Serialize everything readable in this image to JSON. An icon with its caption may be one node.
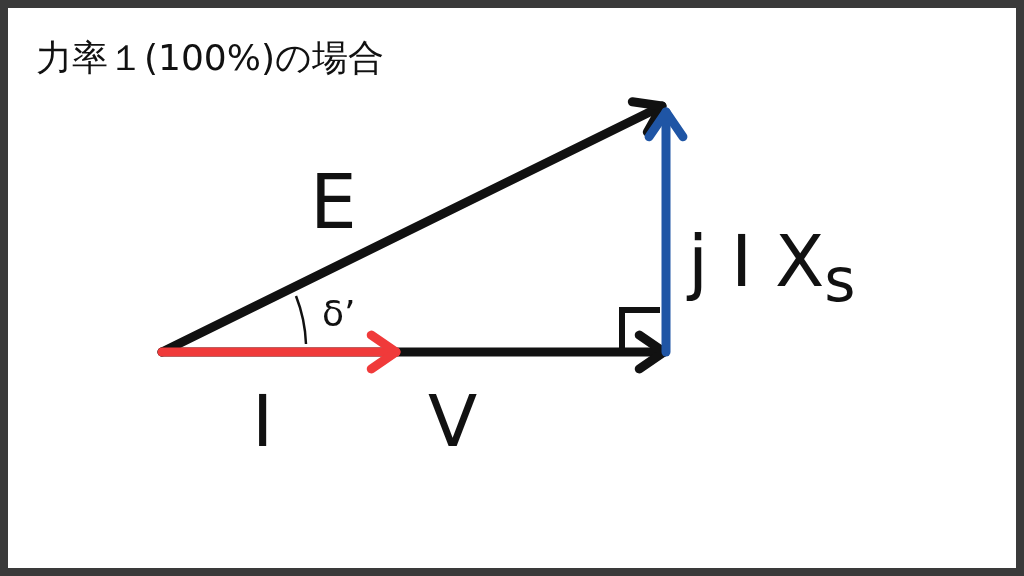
{
  "diagram": {
    "title": "力率１(100%)の場合",
    "labels": [
      "E",
      "δ’",
      "j I X$_{s}$",
      "I",
      "V"
    ]
  }
}
